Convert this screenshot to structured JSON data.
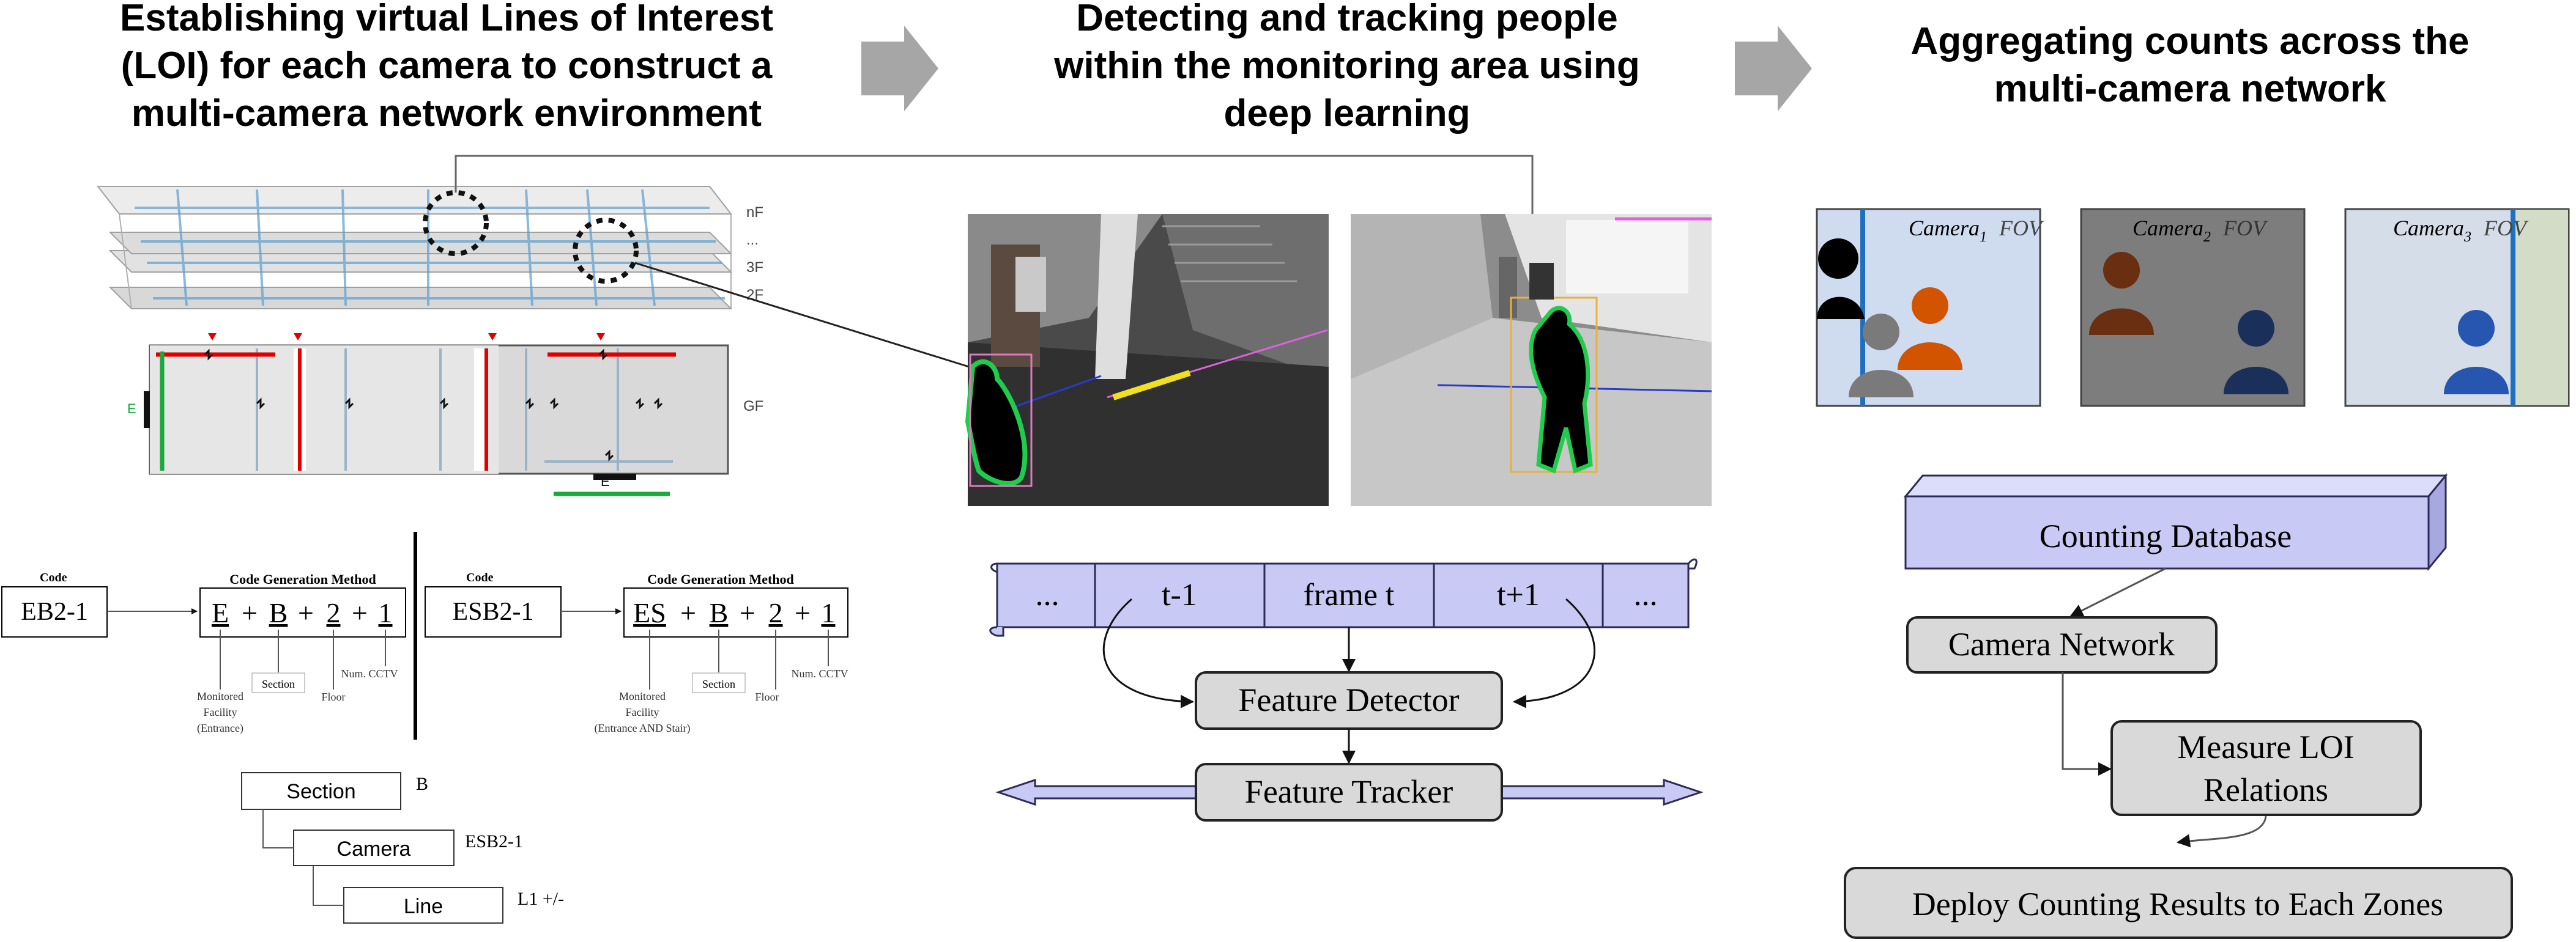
{
  "headers": {
    "stage1": [
      "Establishing virtual Lines of Interest",
      "(LOI) for each camera to construct a",
      "multi-camera network environment"
    ],
    "stage2": [
      "Detecting and tracking people",
      "within the monitoring area using",
      "deep learning"
    ],
    "stage3": [
      "Aggregating counts across the",
      "multi-camera network"
    ]
  },
  "floor_labels": {
    "nf": "nF",
    "dots": "...",
    "f3": "3F",
    "f2": "2F",
    "gf": "GF"
  },
  "floor_plan": {
    "entrance_mark": "E"
  },
  "codes": {
    "left": {
      "code_title": "Code",
      "code_value": "EB2-1",
      "method_title": "Code Generation Method",
      "parts": [
        "E",
        "B",
        "2",
        "1"
      ],
      "plus": "+",
      "ann_facility": [
        "Monitored",
        "Facility",
        "(Entrance)"
      ],
      "ann_section": "Section",
      "ann_floor": "Floor",
      "ann_cctv": "Num. CCTV"
    },
    "right": {
      "code_title": "Code",
      "code_value": "ESB2-1",
      "method_title": "Code Generation Method",
      "parts": [
        "ES",
        "B",
        "2",
        "1"
      ],
      "plus": "+",
      "ann_facility": [
        "Monitored",
        "Facility",
        "(Entrance AND Stair)"
      ],
      "ann_section": "Section",
      "ann_floor": "Floor",
      "ann_cctv": "Num. CCTV"
    }
  },
  "hierarchy": {
    "section_label": "Section",
    "section_value": "B",
    "camera_label": "Camera",
    "camera_value": "ESB2-1",
    "line_label": "Line",
    "line_value": "L1 +/-"
  },
  "film": {
    "cells": [
      "...",
      "t-1",
      "frame t",
      "t+1",
      "..."
    ]
  },
  "pipeline": {
    "detector": "Feature Detector",
    "tracker": "Feature Tracker"
  },
  "cameras": [
    {
      "name": "Camera",
      "sub": "1",
      "fov": "FOV",
      "bg": "#cfdcef"
    },
    {
      "name": "Camera",
      "sub": "2",
      "fov": "FOV",
      "bg": "#7d7d7d"
    },
    {
      "name": "Camera",
      "sub": "3",
      "fov": "FOV",
      "bg": "#d4dde8"
    }
  ],
  "flow": {
    "database": "Counting Database",
    "network": "Camera Network",
    "measure": [
      "Measure LOI",
      "Relations"
    ],
    "deploy": "Deploy Counting Results to Each Zones"
  },
  "colors": {
    "arrow_gray": "#a6a6a6",
    "box_gray": "#d9d9d9",
    "db_purple": "#c9c9f5",
    "loi_blue": "#1f6fc0",
    "red_line": "#e00000",
    "green_line": "#1aaa3c",
    "person_orange": "#d35400",
    "person_navy": "#1a2f5a",
    "person_blue": "#2656b0"
  }
}
